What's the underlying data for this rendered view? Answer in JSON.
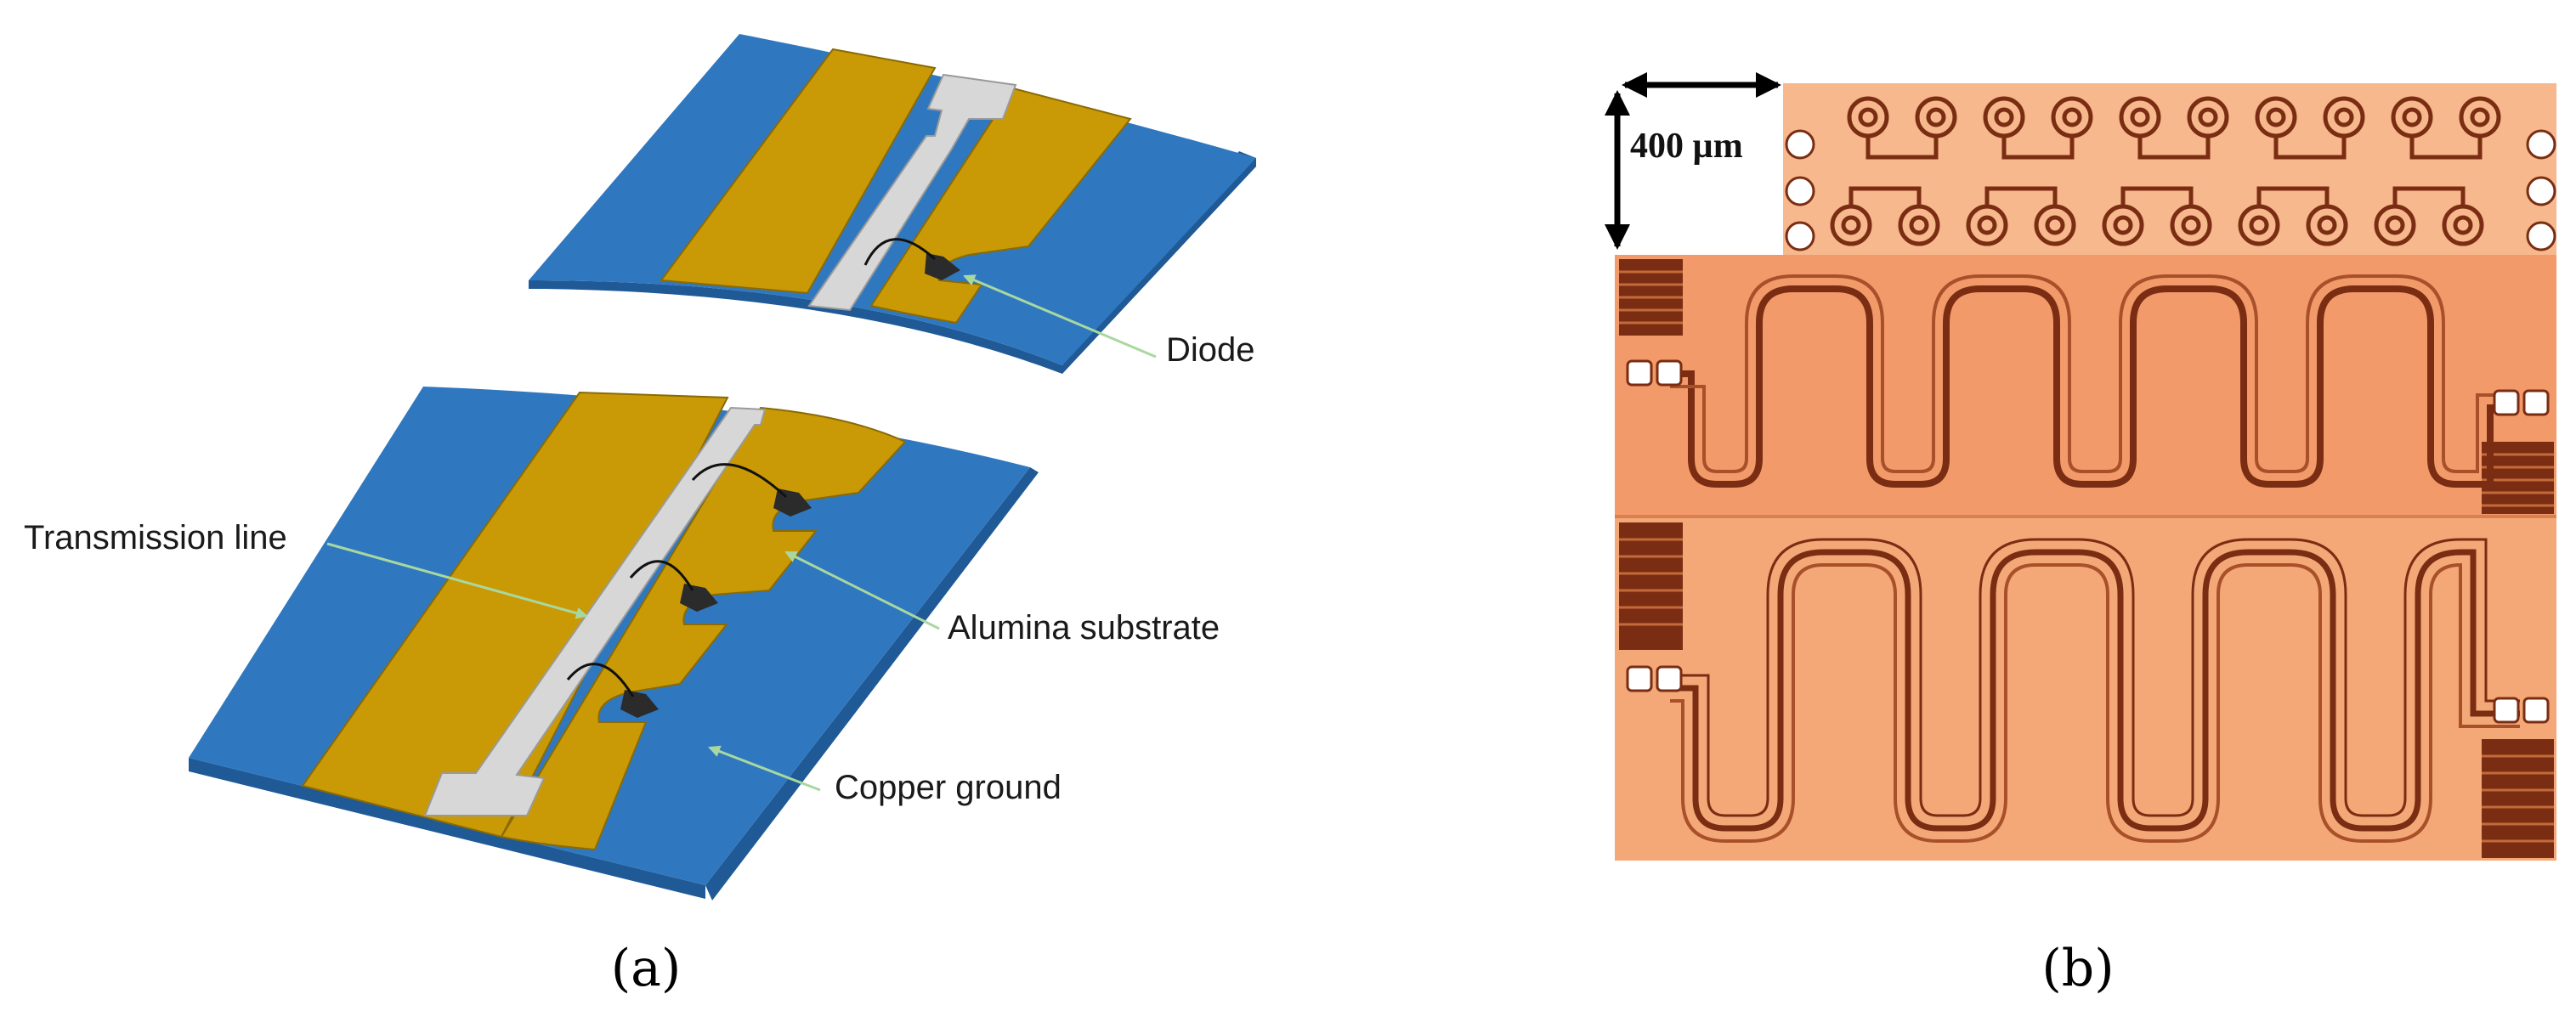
{
  "panel_a": {
    "labels": {
      "diode": "Diode",
      "transmission_line": "Transmission line",
      "alumina_substrate": "Alumina substrate",
      "copper_ground": "Copper ground"
    },
    "caption": "(a)",
    "colors": {
      "copper_ground": "#2f78c0",
      "copper_ground_edge": "#1f5a96",
      "alumina_substrate": "#c99a06",
      "alumina_edge": "#8a6a04",
      "transmission_line": "#d7d7d7",
      "diode": "#2b2b2b",
      "leader_line": "#a8d8a0"
    }
  },
  "panel_b": {
    "scale_bar": "400 µm",
    "caption": "(b)",
    "colors": {
      "die_background": "#f29a6a",
      "die_light": "#f6b88c",
      "trace": "#7a2d12",
      "pad": "#ffffff"
    }
  }
}
